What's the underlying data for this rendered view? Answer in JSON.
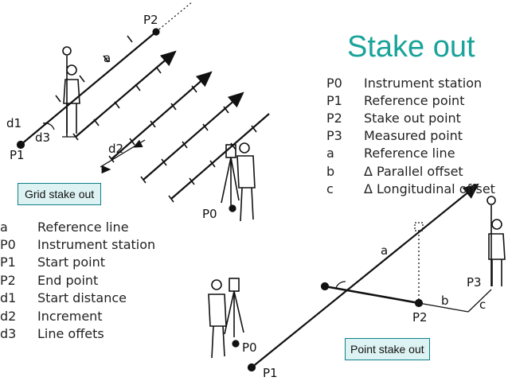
{
  "title": "Stake out",
  "grid": {
    "badge": "Grid stake out",
    "legend": [
      {
        "key": "a",
        "value": "Reference line"
      },
      {
        "key": "P0",
        "value": "Instrument station"
      },
      {
        "key": "P1",
        "value": "Start point"
      },
      {
        "key": "P2",
        "value": "End point"
      },
      {
        "key": "d1",
        "value": "Start distance"
      },
      {
        "key": "d2",
        "value": "Increment"
      },
      {
        "key": "d3",
        "value": "Line offets"
      }
    ],
    "labels": {
      "p2": "P2",
      "a": "a",
      "d1": "d1",
      "d3": "d3",
      "p1": "P1",
      "d2": "d2",
      "p0": "P0"
    }
  },
  "point": {
    "badge": "Point stake out",
    "legend": [
      {
        "key": "P0",
        "value": "Instrument station"
      },
      {
        "key": "P1",
        "value": "Reference point"
      },
      {
        "key": "P2",
        "value": "Stake out point"
      },
      {
        "key": "P3",
        "value": "Measured point"
      },
      {
        "key": "a",
        "value": "Reference line"
      },
      {
        "key": "b",
        "value": "Δ Parallel offset"
      },
      {
        "key": "c",
        "value": "Δ Longitudinal offset"
      }
    ],
    "labels": {
      "a": "a",
      "p3": "P3",
      "b": "b",
      "c": "c",
      "p2": "P2",
      "p0": "P0",
      "p1": "P1"
    }
  }
}
